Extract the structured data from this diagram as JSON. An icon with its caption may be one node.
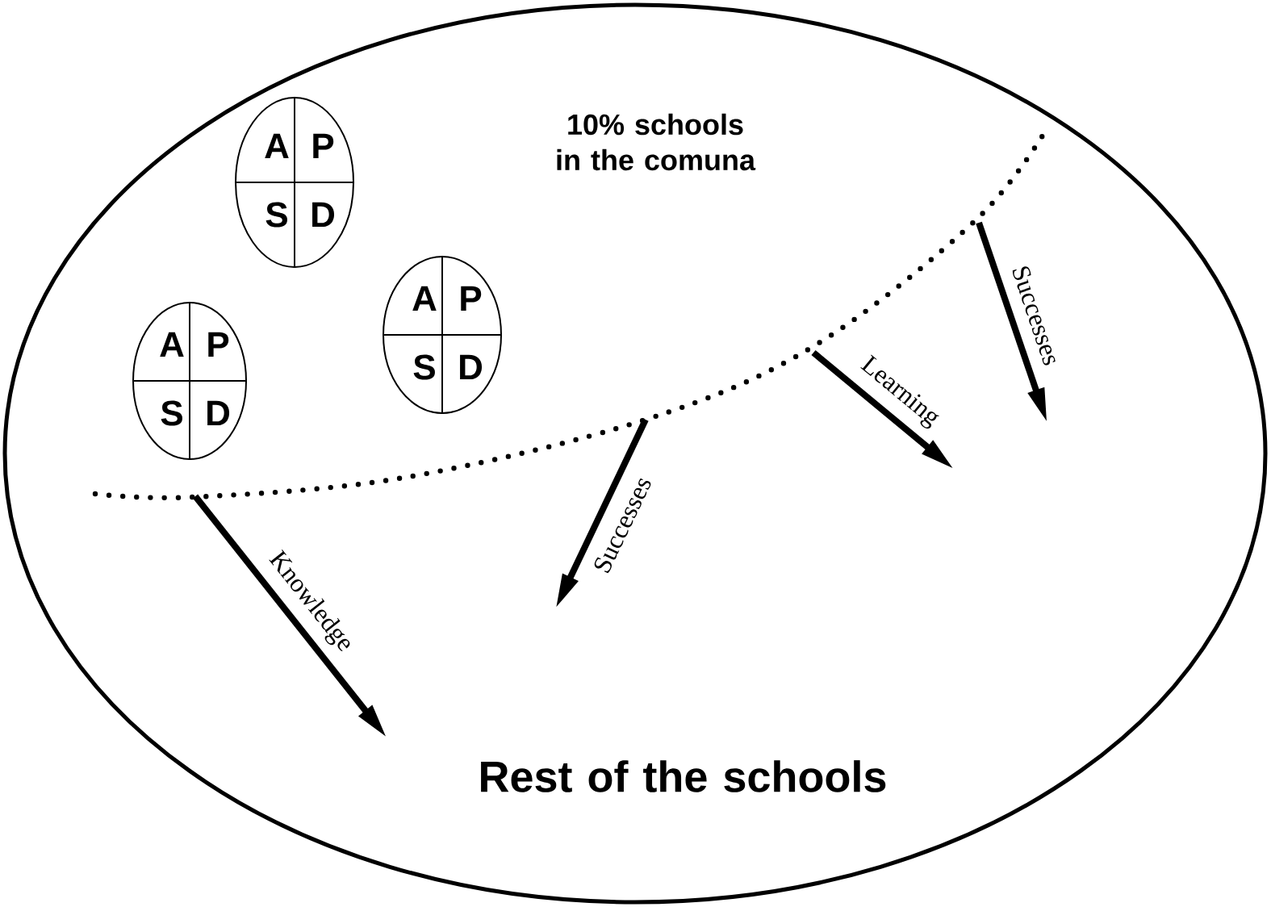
{
  "diagram": {
    "nodes": [
      {
        "text": [
          "10% schools in the comuna",
          "Rest of the schools"
        ]
      },
      {
        "text": [
          "A",
          "P",
          "S",
          "D"
        ],
        "in": 0
      },
      {
        "text": [
          "A",
          "P",
          "S",
          "D"
        ],
        "in": 0
      },
      {
        "text": [
          "A",
          "P",
          "S",
          "D"
        ],
        "in": 0
      }
    ],
    "edges": [],
    "labels": [
      "Successes",
      "Learning",
      "Knowledge",
      "Successes"
    ]
  }
}
